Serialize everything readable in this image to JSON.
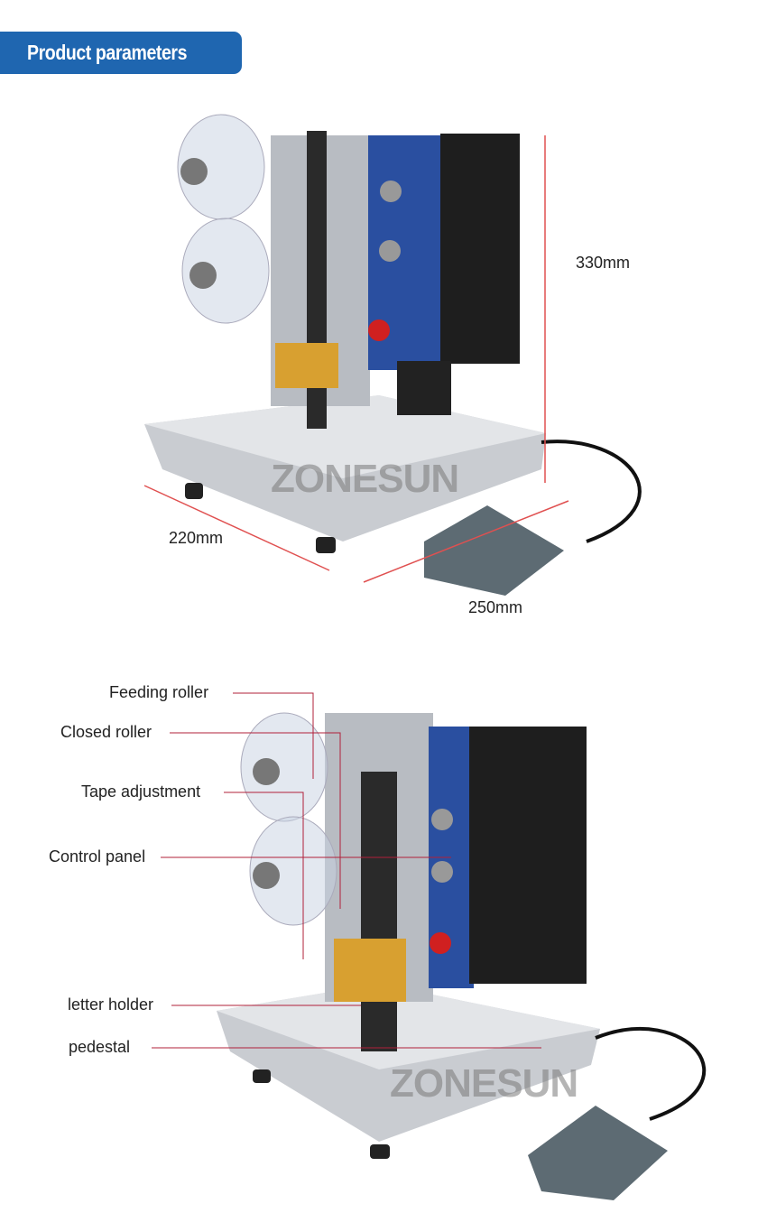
{
  "header": {
    "title": "Product parameters"
  },
  "dimensions": {
    "height": "330mm",
    "depth": "220mm",
    "width": "250mm"
  },
  "watermark": "ZONESUN",
  "callouts": [
    "Feeding roller",
    "Closed roller",
    "Tape adjustment",
    "Control panel",
    "letter holder",
    "pedestal"
  ],
  "colors": {
    "banner": "#1f66b0",
    "dimension_lines": "#e05050",
    "callout_lines": "#b0203a",
    "panel": "#2a4fa0"
  }
}
